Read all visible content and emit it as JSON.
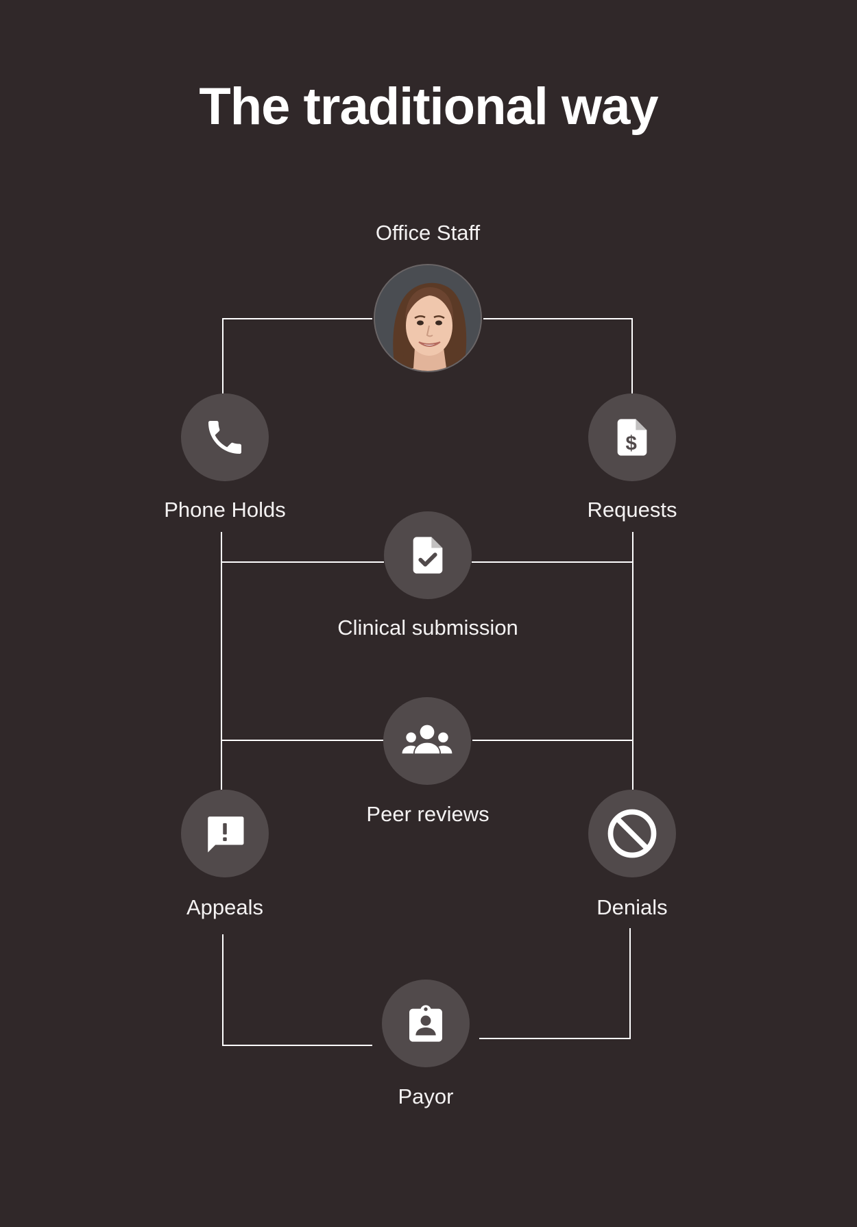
{
  "title": "The traditional way",
  "colors": {
    "background": "#302829",
    "node_fill": "#514a4b",
    "icon": "#ffffff",
    "line": "#ffffff",
    "text": "#ffffff"
  },
  "nodes": {
    "office_staff": {
      "label": "Office Staff",
      "icon": "avatar-photo"
    },
    "phone_holds": {
      "label": "Phone Holds",
      "icon": "phone-icon"
    },
    "requests": {
      "label": "Requests",
      "icon": "invoice-dollar-icon"
    },
    "clinical_submission": {
      "label": "Clinical submission",
      "icon": "document-check-icon"
    },
    "peer_reviews": {
      "label": "Peer reviews",
      "icon": "group-icon"
    },
    "appeals": {
      "label": "Appeals",
      "icon": "alert-message-icon"
    },
    "denials": {
      "label": "Denials",
      "icon": "block-icon"
    },
    "payor": {
      "label": "Payor",
      "icon": "clipboard-user-icon"
    }
  }
}
